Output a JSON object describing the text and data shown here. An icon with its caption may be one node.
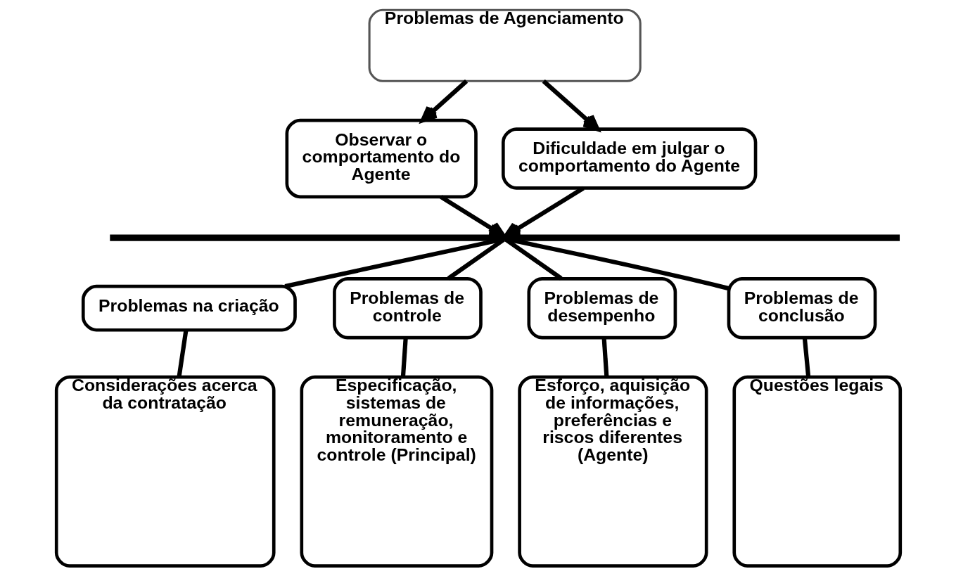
{
  "diagram": {
    "nodes": [
      {
        "text": [
          "Problemas de Agenciamento"
        ]
      },
      {
        "text": [
          "Observar o comportamento do Agente"
        ]
      },
      {
        "text": [
          "Dificuldade em julgar o comportamento do Agente"
        ]
      },
      {
        "text": [],
        "shape": "bar"
      },
      {
        "text": [
          "Problemas na criação"
        ]
      },
      {
        "text": [
          "Problemas de controle"
        ]
      },
      {
        "text": [
          "Problemas de desempenho"
        ]
      },
      {
        "text": [
          "Problemas de conclusão"
        ]
      },
      {
        "text": [
          "Considerações acerca da contratação"
        ]
      },
      {
        "text": [
          "Especificação, sistemas de remuneração, monitoramento e controle (Principal)"
        ]
      },
      {
        "text": [
          "Esforço, aquisição de informações, preferências e riscos diferentes (Agente)"
        ]
      },
      {
        "text": [
          "Questões legais"
        ]
      }
    ],
    "edges": [
      {
        "from": 0,
        "to": 1,
        "arrow": "to"
      },
      {
        "from": 0,
        "to": 2,
        "arrow": "to"
      },
      {
        "from": 1,
        "to": 3,
        "arrow": "to"
      },
      {
        "from": 2,
        "to": 3,
        "arrow": "to"
      },
      {
        "from": 3,
        "to": 4,
        "arrow": "none"
      },
      {
        "from": 3,
        "to": 5,
        "arrow": "none"
      },
      {
        "from": 3,
        "to": 6,
        "arrow": "none"
      },
      {
        "from": 3,
        "to": 7,
        "arrow": "none"
      },
      {
        "from": 4,
        "to": 8,
        "arrow": "none"
      },
      {
        "from": 5,
        "to": 9,
        "arrow": "none"
      },
      {
        "from": 6,
        "to": 10,
        "arrow": "none"
      },
      {
        "from": 7,
        "to": 11,
        "arrow": "none"
      }
    ]
  }
}
